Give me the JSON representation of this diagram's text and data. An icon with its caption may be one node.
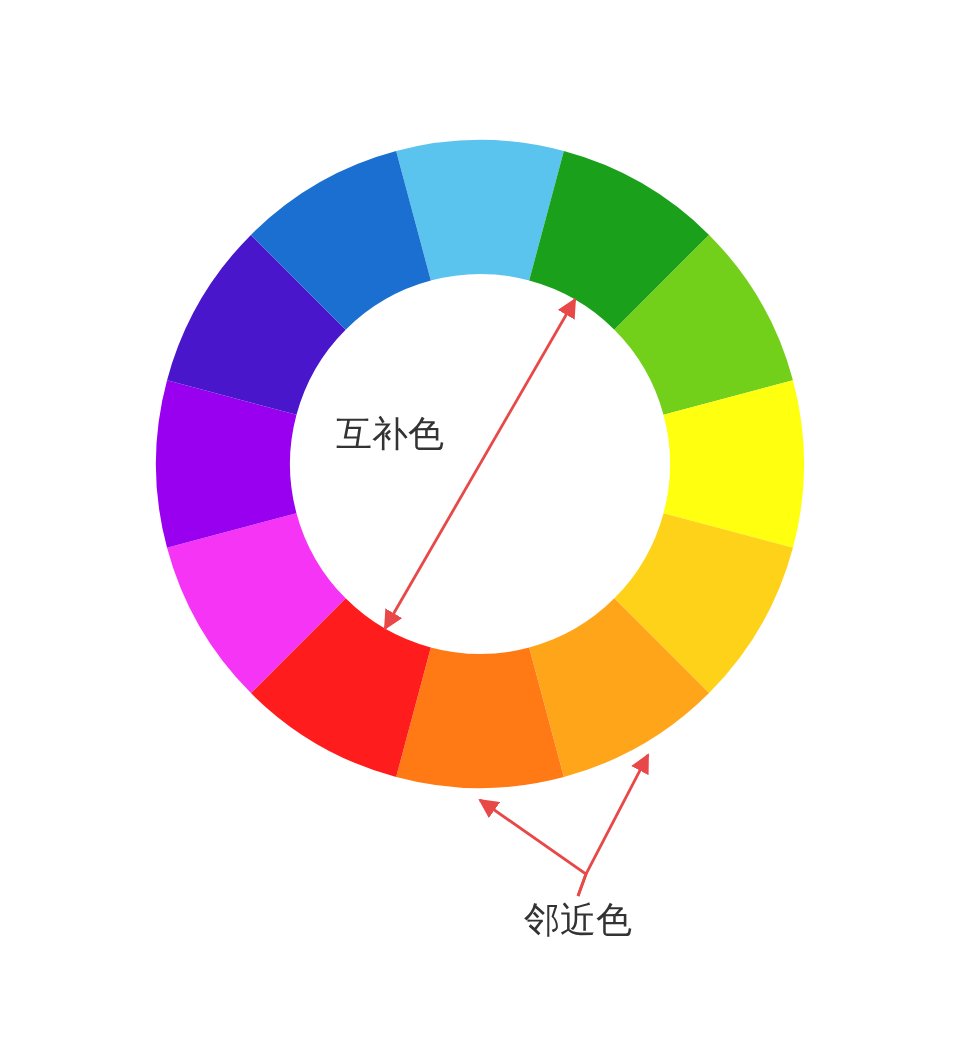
{
  "diagram": {
    "nodes": [
      {
        "text": [],
        "shape": "wedge"
      },
      {
        "text": [],
        "shape": "wedge"
      },
      {
        "text": [],
        "shape": "wedge"
      },
      {
        "text": [],
        "shape": "wedge"
      },
      {
        "text": [],
        "shape": "wedge"
      },
      {
        "text": [],
        "shape": "wedge"
      },
      {
        "text": [],
        "shape": "wedge"
      },
      {
        "text": [],
        "shape": "wedge"
      },
      {
        "text": [],
        "shape": "wedge"
      },
      {
        "text": [],
        "shape": "wedge"
      },
      {
        "text": [],
        "shape": "wedge"
      },
      {
        "text": [],
        "shape": "wedge"
      },
      {
        "text": [
          "邻近色"
        ]
      }
    ],
    "edges": [
      {
        "from": 7,
        "to": 1,
        "arrow": "both",
        "label": "互补色"
      },
      {
        "from": 12,
        "to": 6,
        "arrow": "to"
      },
      {
        "from": 12,
        "to": 5,
        "arrow": "to"
      }
    ]
  }
}
